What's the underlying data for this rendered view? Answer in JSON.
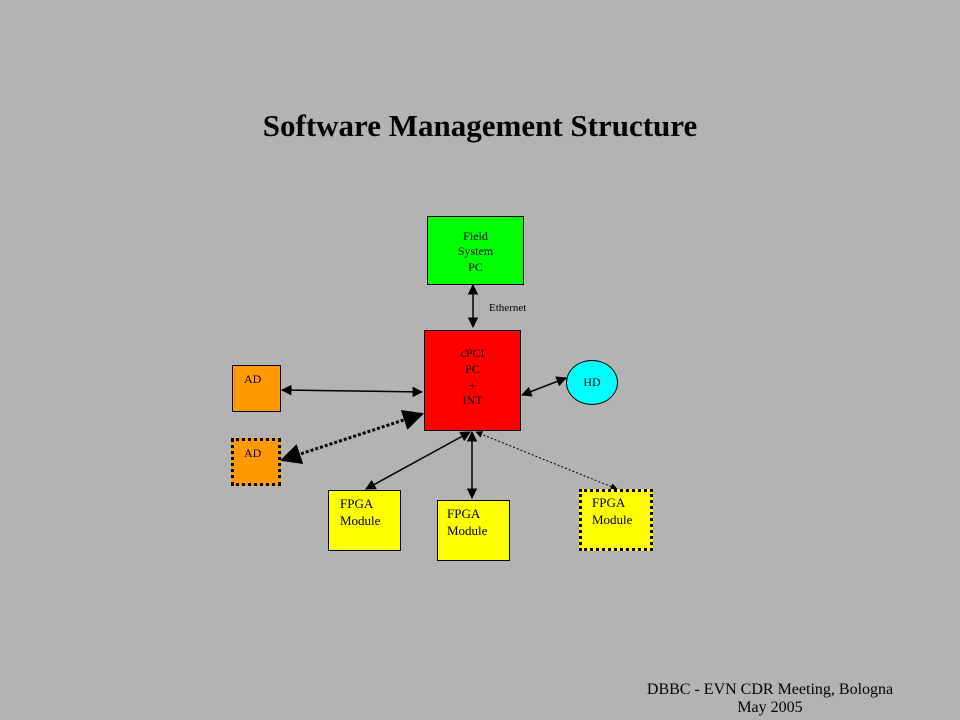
{
  "title": "Software Management Structure",
  "colors": {
    "background": "#b3b3b3",
    "field_system": "#00ff00",
    "cpci": "#ff0000",
    "hd": "#00ffff",
    "ad": "#ff9900",
    "fpga": "#ffff00"
  },
  "nodes": {
    "field_system": {
      "lines": [
        "Field",
        "System",
        "PC"
      ]
    },
    "cpci": {
      "lines": [
        "cPCI",
        "PC",
        "+",
        "INT"
      ]
    },
    "hd": {
      "label": "HD"
    },
    "ad_solid": {
      "label": "AD"
    },
    "ad_dotted": {
      "label": "AD"
    },
    "fpga_left": {
      "lines": [
        "FPGA",
        "Module"
      ]
    },
    "fpga_center": {
      "lines": [
        "FPGA",
        "Module"
      ]
    },
    "fpga_right": {
      "lines": [
        "FPGA",
        "Module"
      ]
    }
  },
  "edge_labels": {
    "ethernet": "Ethernet"
  },
  "footer": {
    "line1": "DBBC -  EVN CDR Meeting, Bologna",
    "line2": "May 2005"
  }
}
